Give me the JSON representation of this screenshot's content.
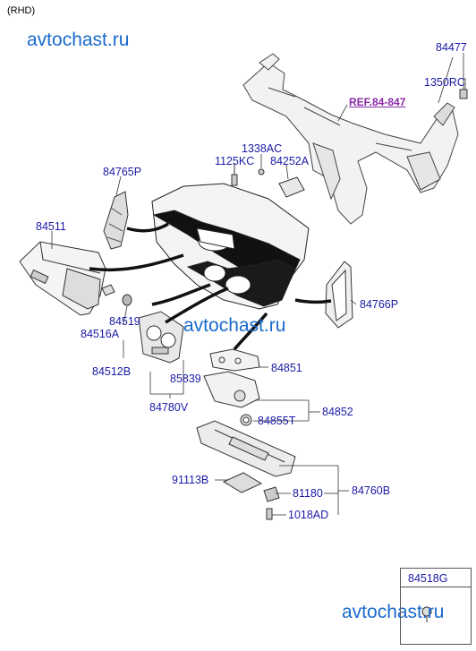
{
  "header": {
    "variant": "(RHD)"
  },
  "watermarks": [
    "avtochast.ru",
    "avtochast.ru",
    "avtochast.ru"
  ],
  "reference": {
    "label": "REF.84-847"
  },
  "parts": {
    "p84477": "84477",
    "p1350RC": "1350RC",
    "p1338AC": "1338AC",
    "p1125KC": "1125KC",
    "p84252A": "84252A",
    "p84765P": "84765P",
    "p84511": "84511",
    "p84766P": "84766P",
    "p84519": "84519",
    "p84516A": "84516A",
    "p84512B": "84512B",
    "p85839": "85839",
    "p84780V": "84780V",
    "p84851": "84851",
    "p84852": "84852",
    "p84855T": "84855T",
    "p91113B": "91113B",
    "p81180": "81180",
    "p84760B": "84760B",
    "p1018AD": "1018AD",
    "p84518G": "84518G"
  },
  "colors": {
    "label": "#1a1aa6",
    "reference": "#8a2aa6",
    "watermark": "#1a6acc",
    "line": "#333333"
  }
}
